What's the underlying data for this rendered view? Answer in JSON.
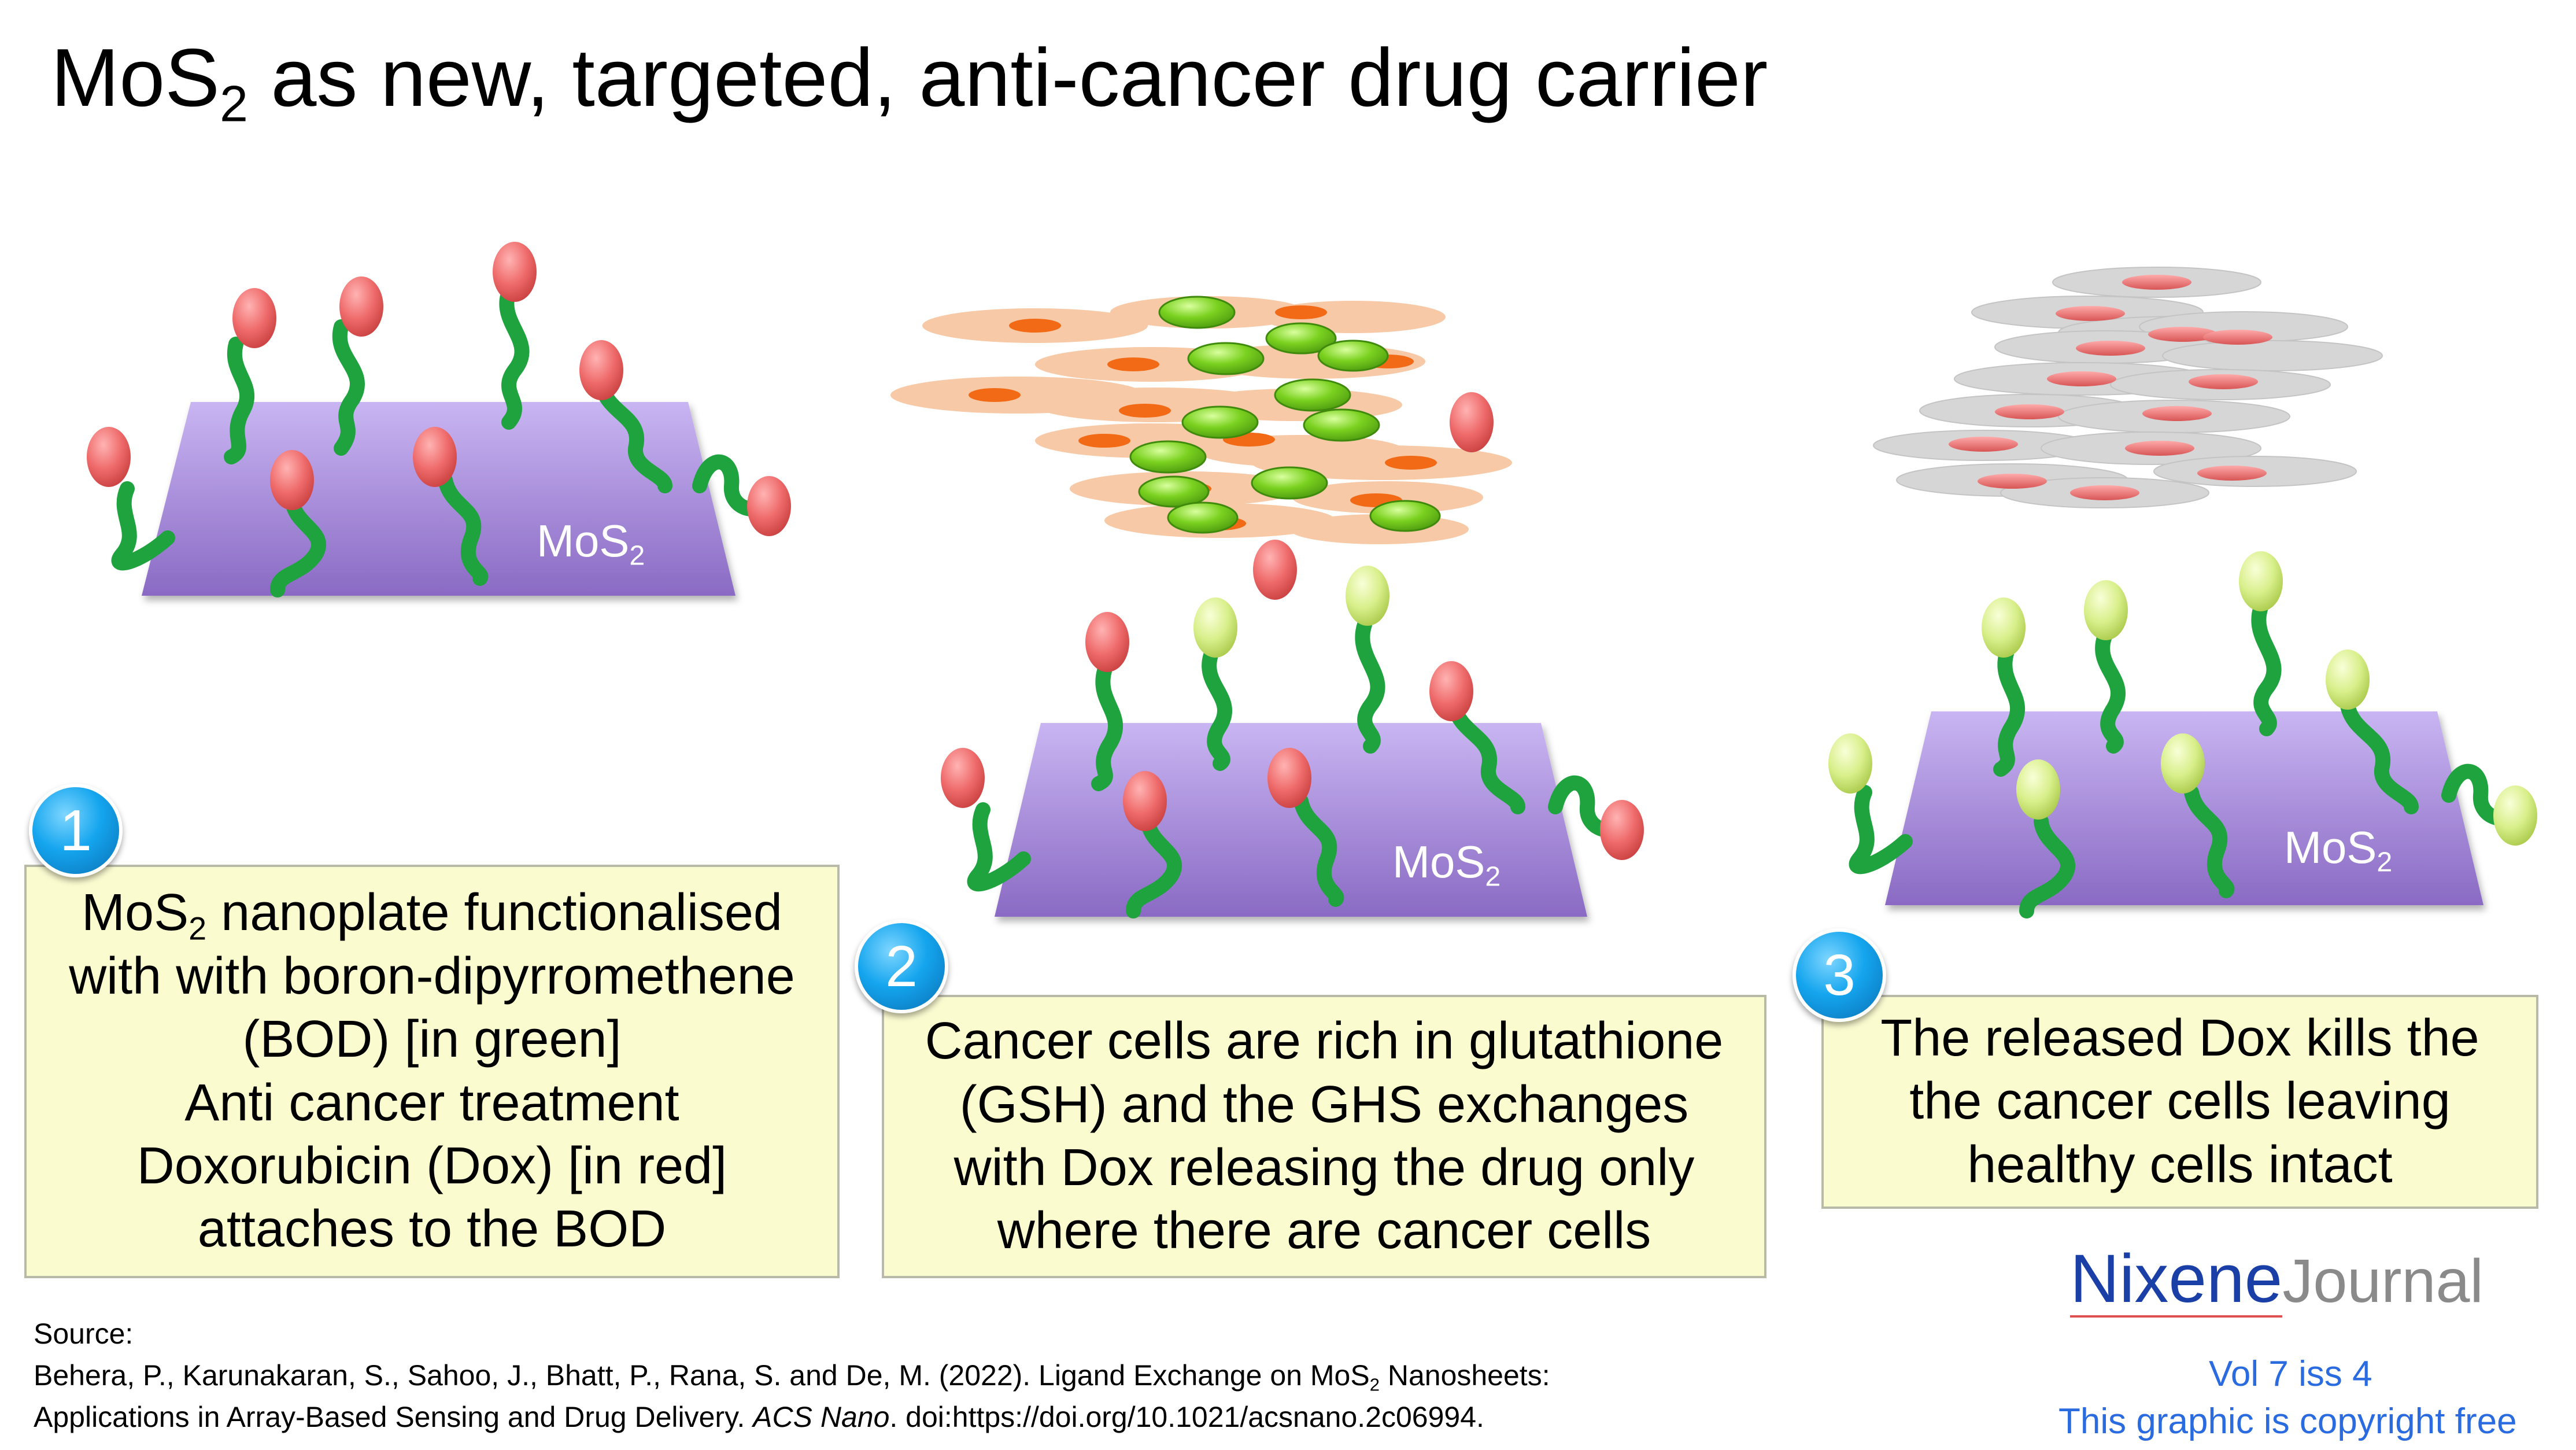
{
  "title": {
    "pre": "MoS",
    "sub": "2",
    "post": " as new, targeted, anti-cancer drug carrier"
  },
  "plate_label": {
    "pre": "MoS",
    "sub": "2"
  },
  "steps": [
    {
      "number": "1",
      "lines": [
        "nanoplate functionalised",
        "with with boron-dipyrromethene",
        "(BOD) [in green]",
        "Anti cancer treatment",
        "Doxorubicin (Dox) [in red]",
        "attaches to the BOD"
      ],
      "first_pre": "MoS",
      "first_sub": "2"
    },
    {
      "number": "2",
      "lines": [
        "Cancer cells are rich in glutathione",
        "(GSH) and the GHS exchanges",
        "with Dox releasing the drug only",
        "where there are cancer cells"
      ]
    },
    {
      "number": "3",
      "lines": [
        "The released Dox kills the",
        "the cancer cells leaving",
        "healthy cells intact"
      ]
    }
  ],
  "source": {
    "heading": "Source:",
    "line1_pre": "Behera, P., Karunakaran, S., Sahoo, J., Bhatt, P., Rana, S. and De, M. (2022). Ligand Exchange on MoS",
    "line1_sub": "2",
    "line1_post": " Nanosheets:",
    "line2_pre": "Applications in Array-Based Sensing and Drug Delivery. ",
    "line2_italic": "ACS Nano",
    "line2_post": ". doi:https://doi.org/10.1021/acsnano.2c06994."
  },
  "brand": {
    "name_a": "Nixene",
    "name_b": "Journal",
    "volume": "Vol 7 iss 4",
    "copyright": "This graphic is copyright free"
  },
  "colors": {
    "plate": "#b7a0e6",
    "plate_dark": "#8f6fc9",
    "linker": "#1fa33f",
    "dox": "#ef6b6b",
    "bod": "#d8ef8a",
    "cancer_cell": "#f7c9a6",
    "cancer_nucleus": "#f26a16",
    "marker": "#7ad11f",
    "healthy_cell": "#d6d6d6",
    "healthy_nucleus": "#e77777",
    "callout_bg": "#fbfbd0",
    "badge": "#14a5ee"
  }
}
